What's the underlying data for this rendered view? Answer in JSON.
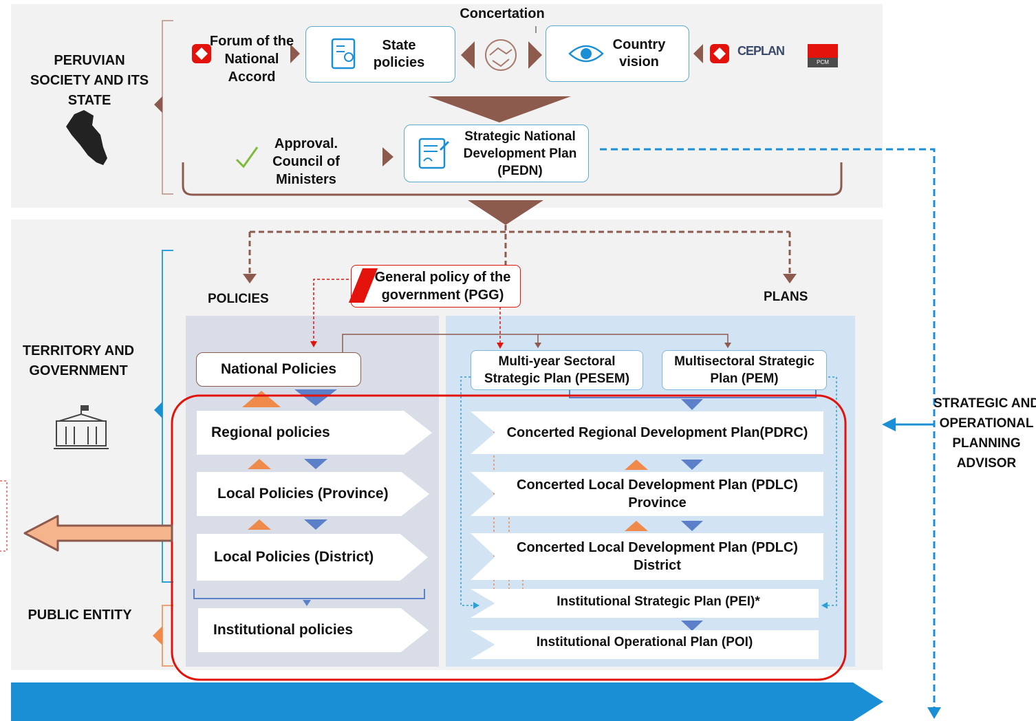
{
  "colors": {
    "panel": "#f3f2f2",
    "brown": "#8d5a4e",
    "blue": "#1b8fd6",
    "red": "#e3120b",
    "orange": "#f08a4b",
    "triangle_blue": "#5b7fc9"
  },
  "top": {
    "concertation": "Concertation",
    "forum": "Forum of the National Accord",
    "state_policies": "State policies",
    "country_vision": "Country vision",
    "ceplan_logo": "CEPLAN",
    "pcm_logo": "PCM",
    "approval": "Approval. Council of Ministers",
    "pedn": "Strategic National Development Plan (PEDN)"
  },
  "side": {
    "society": "PERUVIAN SOCIETY AND ITS STATE",
    "territory": "TERRITORY AND GOVERNMENT",
    "public_entity": "PUBLIC ENTITY",
    "advisor": "STRATEGIC AND OPERATIONAL PLANNING ADVISOR"
  },
  "headers": {
    "policies": "POLICIES",
    "plans": "PLANS",
    "pgg": "General policy of the government (PGG)"
  },
  "policies": {
    "national": "National Policies",
    "regional": "Regional policies",
    "local_province": "Local Policies (Province)",
    "local_district": "Local Policies (District)",
    "institutional": "Institutional policies"
  },
  "plans": {
    "pesem": "Multi-year Sectoral Strategic Plan (PESEM)",
    "pem": "Multisectoral Strategic Plan (PEM)",
    "pdrc": "Concerted Regional Development Plan(PDRC)",
    "pdlc_province": "Concerted Local Development Plan (PDLC) Province",
    "pdlc_district": "Concerted Local Development Plan (PDLC) District",
    "pei": "Institutional Strategic Plan (PEI)*",
    "poi": "Institutional Operational Plan (POI)"
  }
}
